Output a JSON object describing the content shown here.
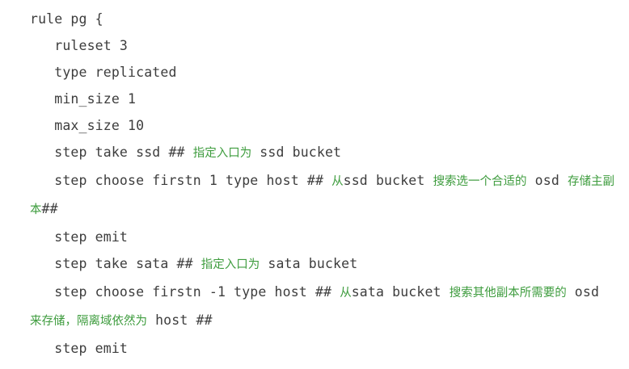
{
  "document": {
    "kind": "code-snippet",
    "language": "ceph-crush-rule",
    "background_color": "#ffffff",
    "code_color": "#3d3d3d",
    "comment_color": "#3e9c3e",
    "lines": [
      {
        "id": "line-1",
        "indent": "",
        "segments": [
          {
            "type": "code",
            "text": "rule pg {"
          }
        ]
      },
      {
        "id": "line-2",
        "indent": "   ",
        "segments": [
          {
            "type": "code",
            "text": "ruleset 3"
          }
        ]
      },
      {
        "id": "line-3",
        "indent": "   ",
        "segments": [
          {
            "type": "code",
            "text": "type replicated"
          }
        ]
      },
      {
        "id": "line-4",
        "indent": "   ",
        "segments": [
          {
            "type": "code",
            "text": "min_size 1"
          }
        ]
      },
      {
        "id": "line-5",
        "indent": "   ",
        "segments": [
          {
            "type": "code",
            "text": "max_size 10"
          }
        ]
      },
      {
        "id": "line-6",
        "indent": "   ",
        "segments": [
          {
            "type": "code",
            "text": "step take ssd ## "
          },
          {
            "type": "comment-cn",
            "text": "指定入口为"
          },
          {
            "type": "code",
            "text": " ssd bucket"
          }
        ]
      },
      {
        "id": "line-7",
        "indent": "   ",
        "segments": [
          {
            "type": "code",
            "text": "step choose firstn 1 type host ## "
          },
          {
            "type": "comment-cn",
            "text": "从"
          },
          {
            "type": "code",
            "text": "ssd bucket "
          },
          {
            "type": "comment-cn",
            "text": "搜索选一个合适的"
          },
          {
            "type": "code",
            "text": " osd "
          },
          {
            "type": "comment-cn",
            "text": "存储主副本"
          },
          {
            "type": "code",
            "text": "##"
          }
        ]
      },
      {
        "id": "line-8",
        "indent": "   ",
        "segments": [
          {
            "type": "code",
            "text": "step emit"
          }
        ]
      },
      {
        "id": "line-9",
        "indent": "   ",
        "segments": [
          {
            "type": "code",
            "text": "step take sata ## "
          },
          {
            "type": "comment-cn",
            "text": "指定入口为"
          },
          {
            "type": "code",
            "text": " sata bucket"
          }
        ]
      },
      {
        "id": "line-10",
        "indent": "   ",
        "segments": [
          {
            "type": "code",
            "text": "step choose firstn -1 type host ## "
          },
          {
            "type": "comment-cn",
            "text": "从"
          },
          {
            "type": "code",
            "text": "sata bucket "
          },
          {
            "type": "comment-cn",
            "text": "搜索其他副本所需要的"
          },
          {
            "type": "code",
            "text": " osd "
          },
          {
            "type": "comment-cn",
            "text": "来存储，隔离域依然为"
          },
          {
            "type": "code",
            "text": " host ##"
          }
        ]
      },
      {
        "id": "line-11",
        "indent": "   ",
        "segments": [
          {
            "type": "code",
            "text": "step emit"
          }
        ]
      }
    ]
  }
}
